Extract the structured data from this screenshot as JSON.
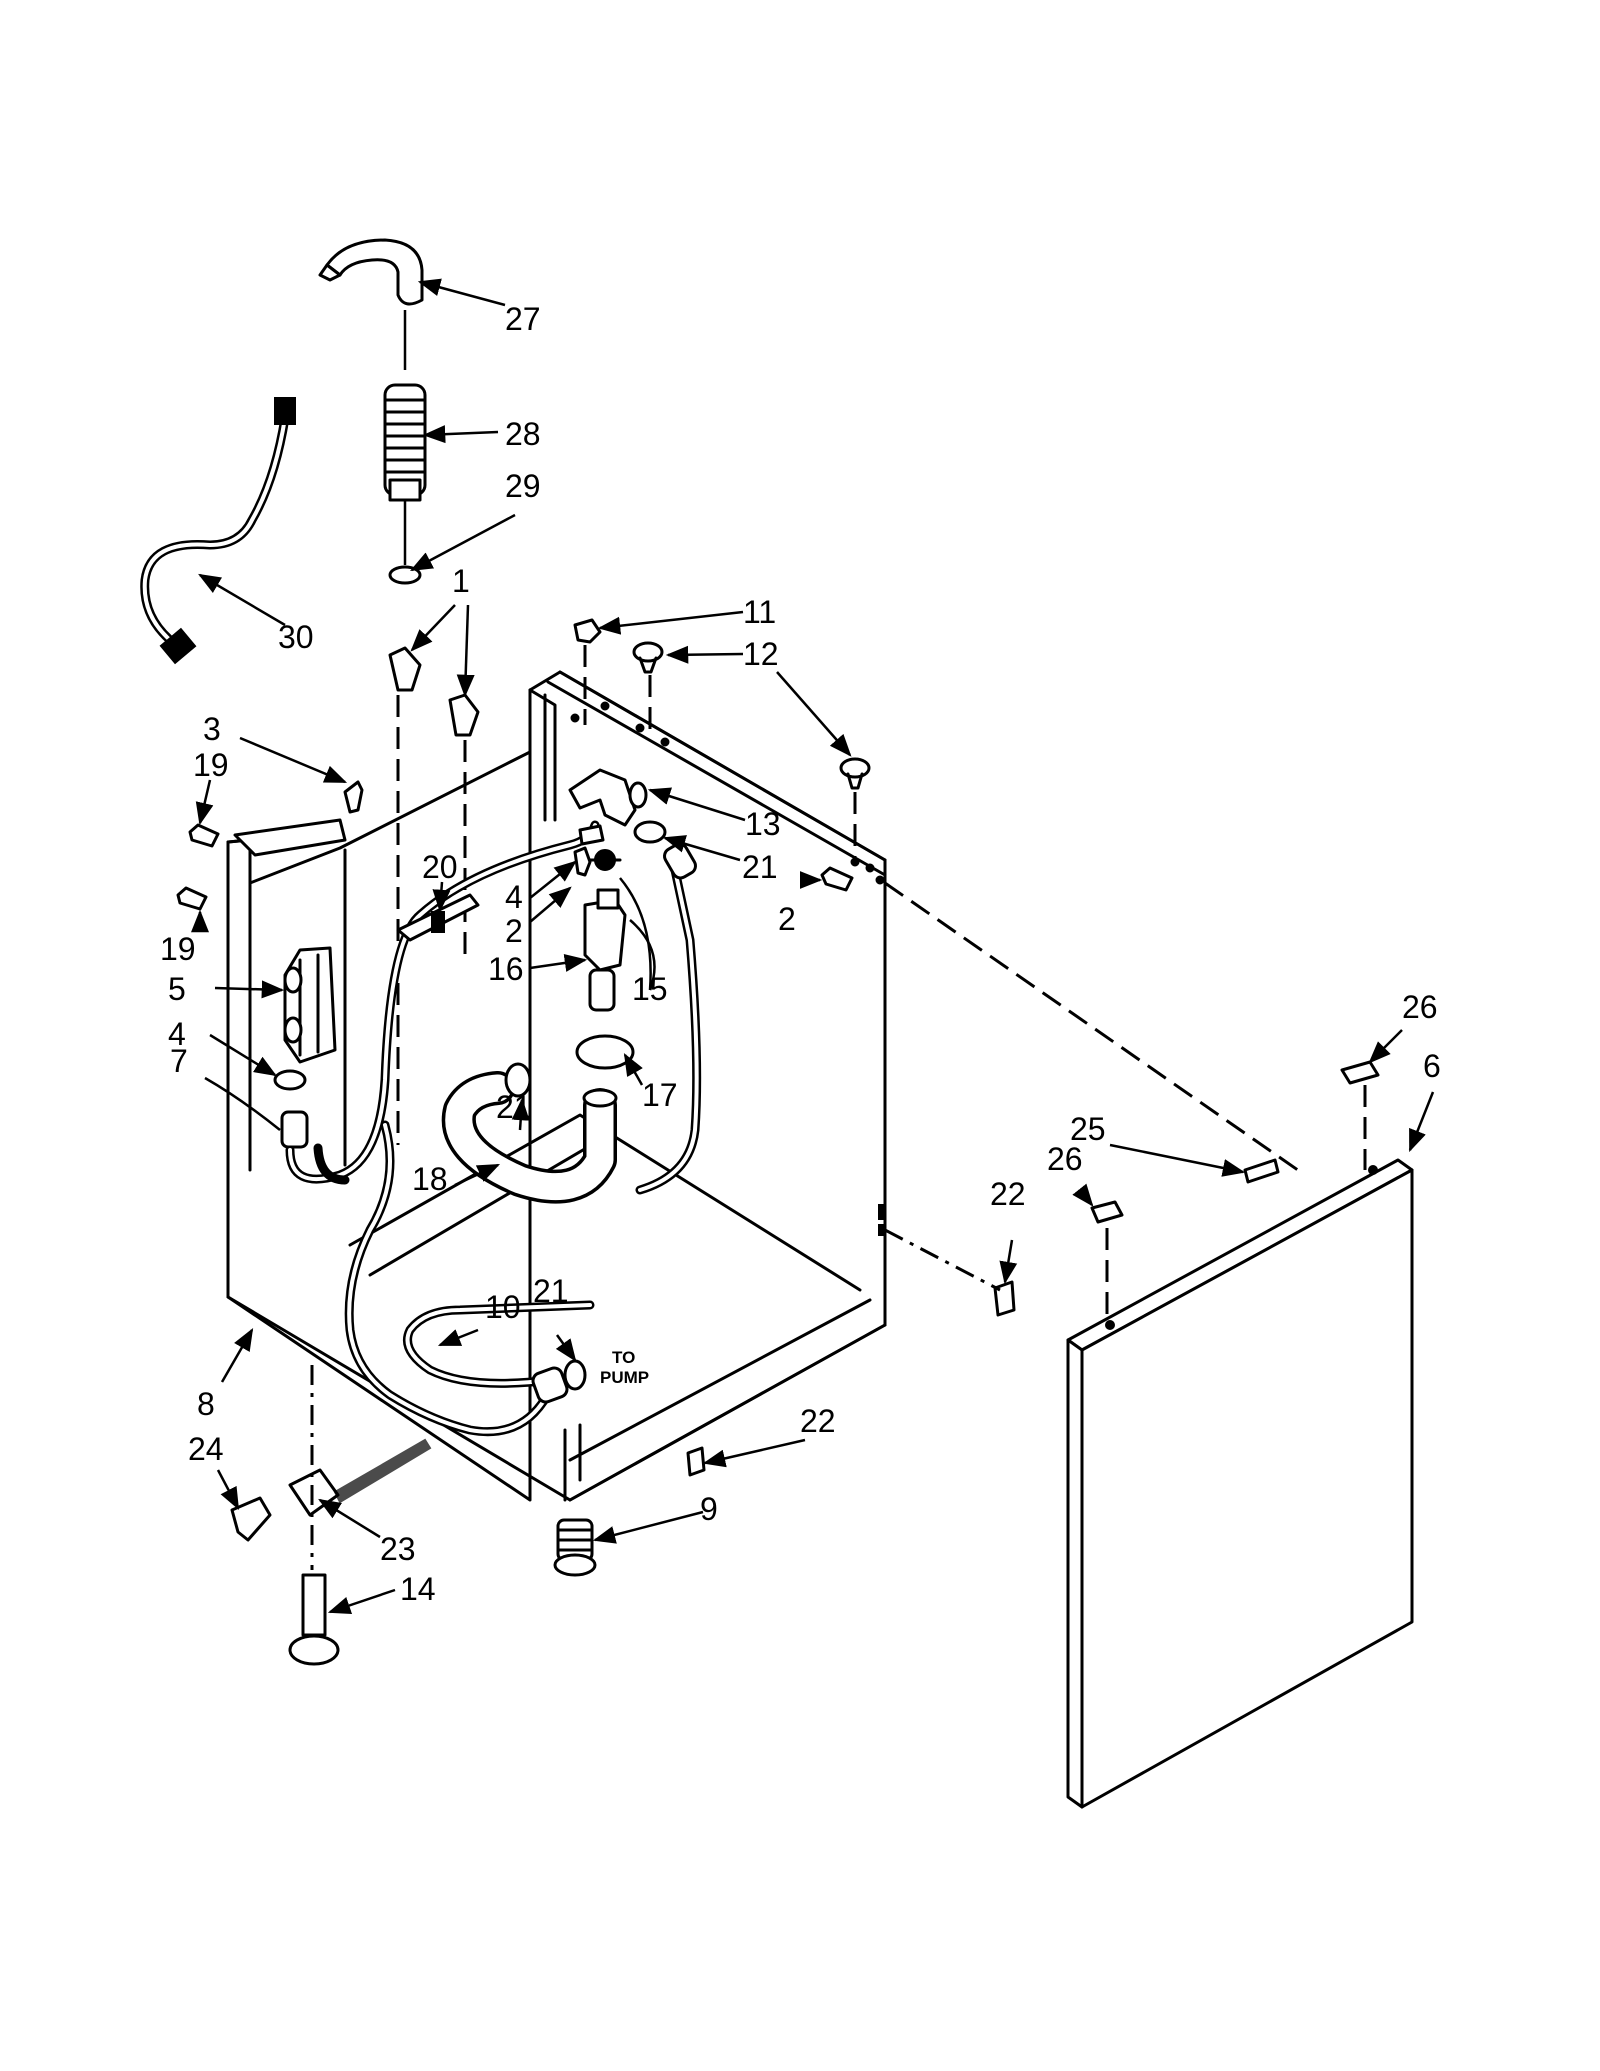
{
  "note": {
    "line1": "TO",
    "line2": "PUMP"
  },
  "callouts": [
    {
      "id": "c27",
      "label": "27"
    },
    {
      "id": "c28",
      "label": "28"
    },
    {
      "id": "c29",
      "label": "29"
    },
    {
      "id": "c30",
      "label": "30"
    },
    {
      "id": "c1",
      "label": "1"
    },
    {
      "id": "c11",
      "label": "11"
    },
    {
      "id": "c12",
      "label": "12"
    },
    {
      "id": "c3",
      "label": "3"
    },
    {
      "id": "c19a",
      "label": "19"
    },
    {
      "id": "c19b",
      "label": "19"
    },
    {
      "id": "c20",
      "label": "20"
    },
    {
      "id": "c13",
      "label": "13"
    },
    {
      "id": "c21a",
      "label": "21"
    },
    {
      "id": "c4a",
      "label": "4"
    },
    {
      "id": "c2a",
      "label": "2"
    },
    {
      "id": "c2b",
      "label": "2"
    },
    {
      "id": "c16",
      "label": "16"
    },
    {
      "id": "c15",
      "label": "15"
    },
    {
      "id": "c5",
      "label": "5"
    },
    {
      "id": "c4b",
      "label": "4"
    },
    {
      "id": "c7",
      "label": "7"
    },
    {
      "id": "c17",
      "label": "17"
    },
    {
      "id": "c21b",
      "label": "21"
    },
    {
      "id": "c26a",
      "label": "26"
    },
    {
      "id": "c6",
      "label": "6"
    },
    {
      "id": "c25",
      "label": "25"
    },
    {
      "id": "c26b",
      "label": "26"
    },
    {
      "id": "c22a",
      "label": "22"
    },
    {
      "id": "c18",
      "label": "18"
    },
    {
      "id": "c10",
      "label": "10"
    },
    {
      "id": "c21c",
      "label": "21"
    },
    {
      "id": "c8",
      "label": "8"
    },
    {
      "id": "c24",
      "label": "24"
    },
    {
      "id": "c22b",
      "label": "22"
    },
    {
      "id": "c9",
      "label": "9"
    },
    {
      "id": "c23",
      "label": "23"
    },
    {
      "id": "c14",
      "label": "14"
    }
  ]
}
